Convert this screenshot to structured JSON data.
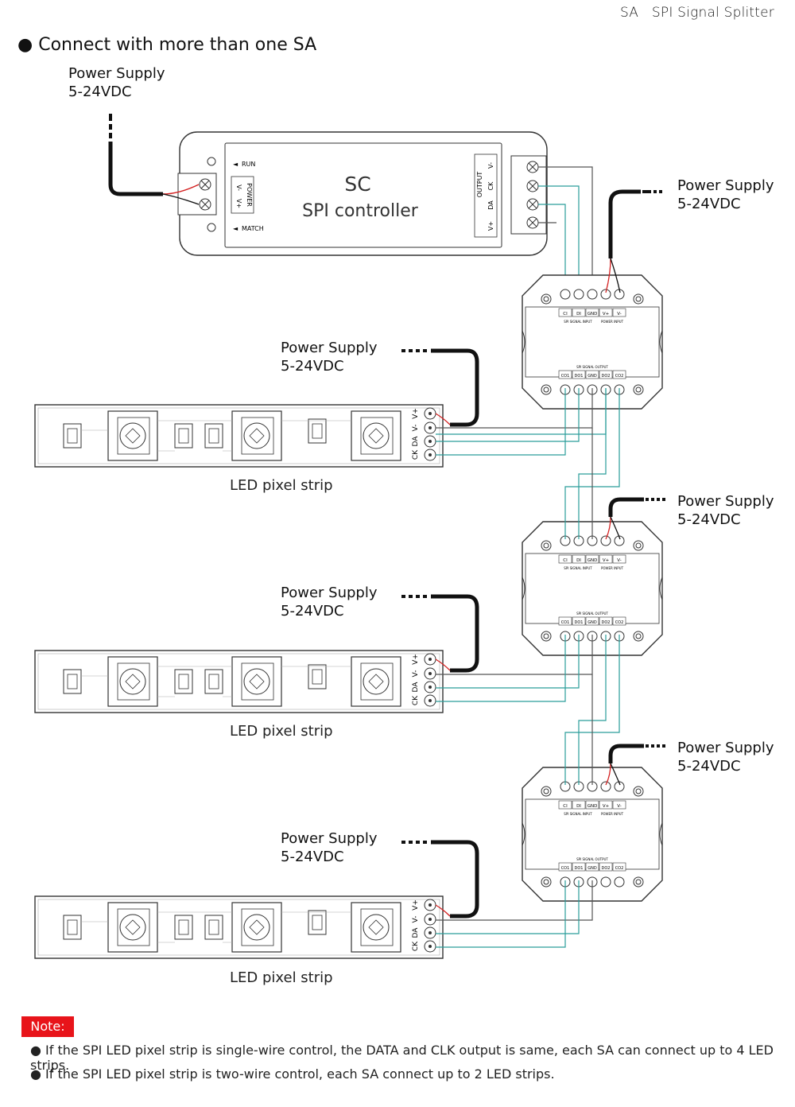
{
  "header": {
    "product": "SA",
    "title": "SPI Signal Splitter"
  },
  "section_title": "Connect with more than one SA",
  "power_supply": {
    "label": "Power Supply",
    "voltage": "5-24VDC"
  },
  "controller": {
    "code": "SC",
    "name": "SPI controller",
    "run": "RUN",
    "match": "MATCH",
    "power_block": "POWER",
    "power_terms": [
      "V-",
      "V+"
    ],
    "output_block": "OUTPUT",
    "output_terms": [
      "V-",
      "CK",
      "DA",
      "V+"
    ]
  },
  "splitter": {
    "input_terms": [
      "CI",
      "DI",
      "GND",
      "V+",
      "V-"
    ],
    "input_caption_signal": "SPI SIGNAL INPUT",
    "input_caption_power": "POWER INPUT",
    "output_caption": "SPI SIGNAL OUTPUT",
    "output_terms": [
      "CO1",
      "DO1",
      "GND",
      "DO2",
      "CO2"
    ]
  },
  "strip": {
    "label": "LED pixel strip",
    "terminals": [
      "V+",
      "V-",
      "DA",
      "CK"
    ]
  },
  "note": {
    "badge": "Note:",
    "lines": [
      "If the SPI LED pixel strip is single-wire control, the DATA and CLK output is same, each SA can connect up to 4 LED strips.",
      "If the SPI LED pixel strip is two-wire control, each SA connect up to 2 LED strips."
    ]
  },
  "colors": {
    "wire_black": "#111111",
    "wire_red": "#d42020",
    "wire_teal": "#2a9d9a",
    "wire_gray": "#555555",
    "note_red": "#e8141a"
  }
}
